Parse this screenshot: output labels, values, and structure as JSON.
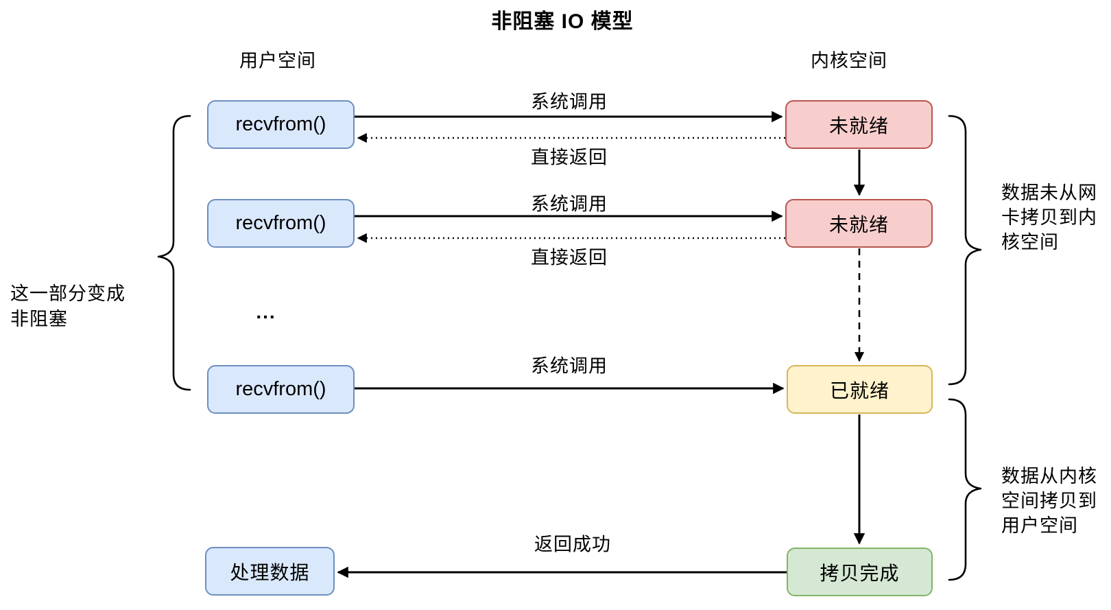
{
  "title": "非阻塞 IO 模型",
  "columns": {
    "user": "用户空间",
    "kernel": "内核空间"
  },
  "user_nodes": {
    "recvfrom1": "recvfrom()",
    "recvfrom2": "recvfrom()",
    "recvfrom3": "recvfrom()",
    "process": "处理数据"
  },
  "kernel_nodes": {
    "not_ready1": "未就绪",
    "not_ready2": "未就绪",
    "ready": "已就绪",
    "copy_done": "拷贝完成"
  },
  "edges": {
    "syscall1": "系统调用",
    "direct_return1": "直接返回",
    "syscall2": "系统调用",
    "direct_return2": "直接返回",
    "syscall3": "系统调用",
    "return_success": "返回成功"
  },
  "ellipsis": "...",
  "annotations": {
    "left": "这一部分变成\n非阻塞",
    "right_top": "数据未从网\n卡拷贝到内\n核空间",
    "right_bottom": "数据从内核\n空间拷贝到\n用户空间"
  },
  "colors": {
    "user_node_fill": "#dae8fc",
    "user_node_border": "#6c8ebf",
    "not_ready_fill": "#f8cecc",
    "not_ready_border": "#b85450",
    "ready_fill": "#fff2cc",
    "ready_border": "#d6b656",
    "copy_done_fill": "#d5e8d4",
    "copy_done_border": "#82b366",
    "line": "#000000"
  }
}
